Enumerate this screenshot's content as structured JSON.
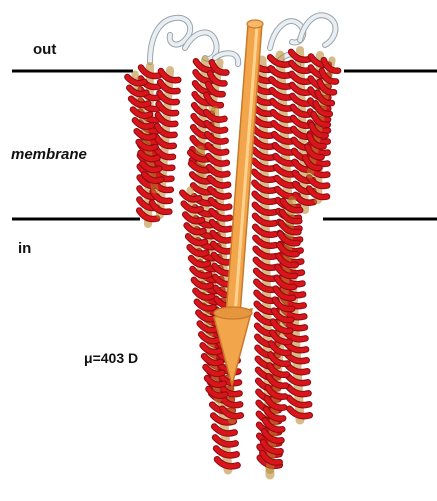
{
  "labels": {
    "out": "out",
    "membrane": "membrane",
    "in": "in",
    "dipole": "μ=403 D"
  },
  "colors": {
    "helix_red": "#d9141b",
    "helix_dark": "#8a0d10",
    "helix_inner": "#b8862b",
    "dipole_arrow": "#f2a54a",
    "dipole_arrow_shade": "#c9792a",
    "loop": "#e8eef2",
    "membrane_line": "#000000"
  }
}
